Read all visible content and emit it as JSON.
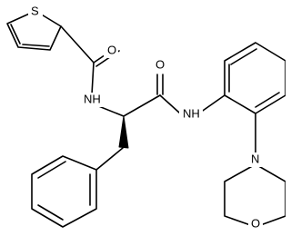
{
  "atoms": {
    "sulfur": "S",
    "carbonyl_oxygen_1": "O",
    "amide_nh_1": "NH",
    "carbonyl_oxygen_2": "O",
    "amide_nh_2": "NH",
    "morpholine_n": "N",
    "morpholine_o": "O"
  }
}
